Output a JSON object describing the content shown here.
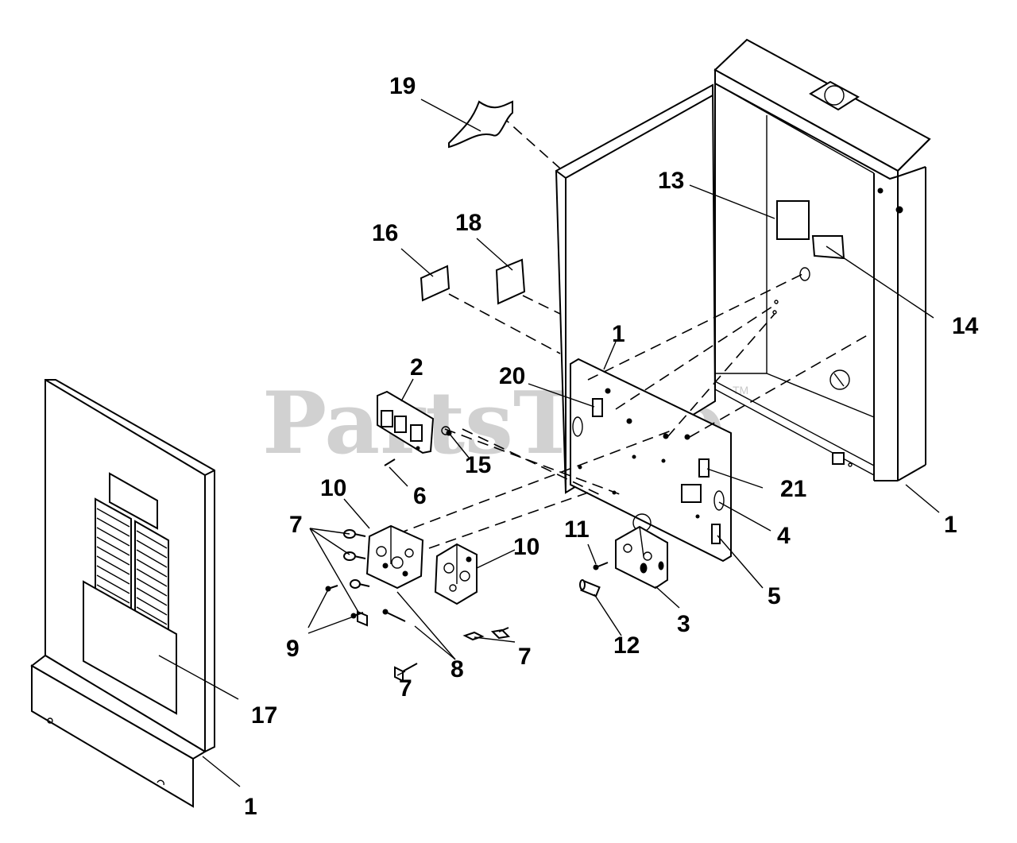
{
  "watermark": {
    "text": "PartsTree",
    "trademark": "TM"
  },
  "callouts": {
    "c1a": "1",
    "c1b": "1",
    "c1c": "1",
    "c2": "2",
    "c3": "3",
    "c4": "4",
    "c5": "5",
    "c6": "6",
    "c7a": "7",
    "c7b": "7",
    "c7c": "7",
    "c8": "8",
    "c9": "9",
    "c10a": "10",
    "c10b": "10",
    "c11": "11",
    "c12": "12",
    "c13": "13",
    "c14": "14",
    "c15": "15",
    "c16": "16",
    "c17": "17",
    "c18": "18",
    "c19": "19",
    "c20": "20",
    "c21": "21"
  }
}
